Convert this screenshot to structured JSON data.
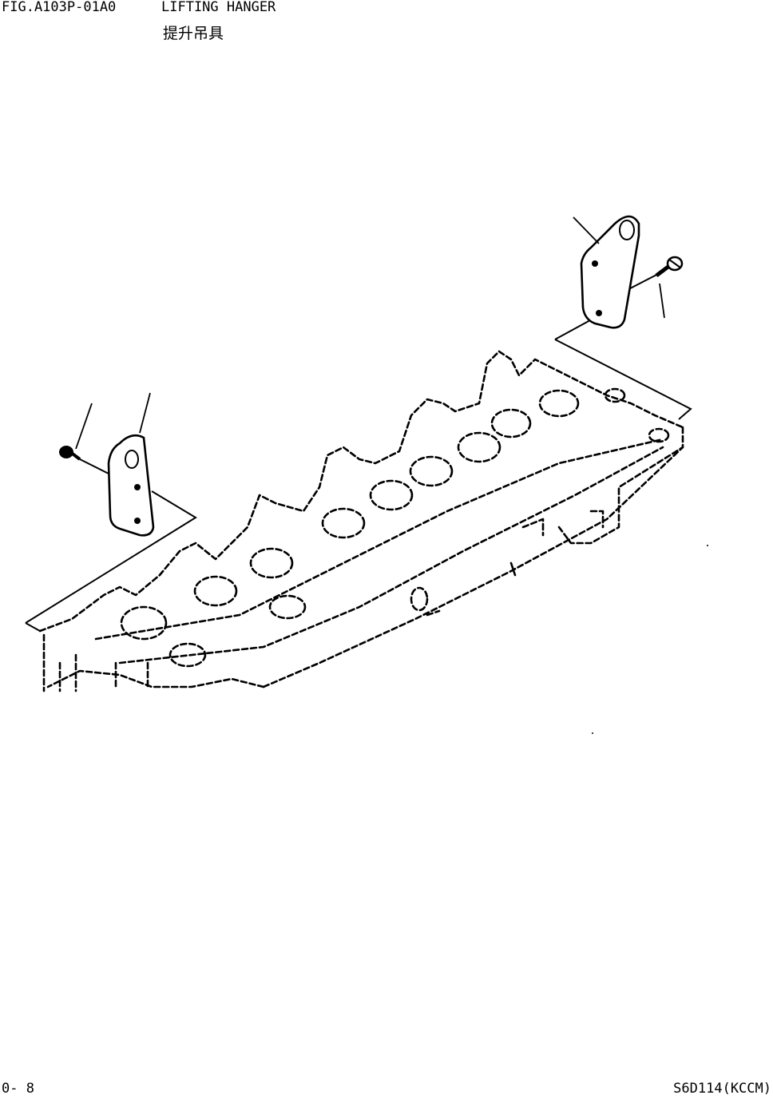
{
  "header": {
    "figure_number": "FIG.A103P-01A0",
    "title": "LIFTING HANGER",
    "subtitle": "提升吊具"
  },
  "footer": {
    "page_number": "0-  8",
    "model_code": "S6D114(KCCM)"
  },
  "drawing": {
    "parts": [
      "cylinder-head-outline",
      "lifting-hanger-front",
      "bolt-front",
      "lifting-hanger-rear",
      "bolt-rear"
    ]
  }
}
